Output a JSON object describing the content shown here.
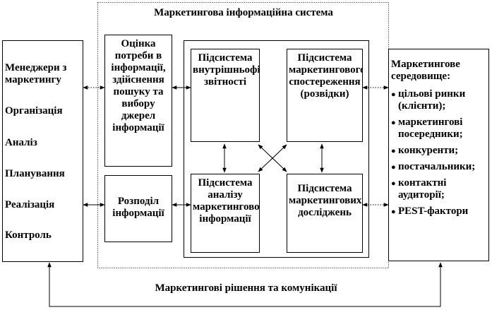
{
  "mis": {
    "title": "Маркетингова інформаційна система"
  },
  "left": {
    "items": [
      "Менеджери з маркетингу",
      "Організація",
      "Аналіз",
      "Планування",
      "Реалізація",
      "Контроль"
    ]
  },
  "boxes": {
    "assessment": "Оцінка потреби в інформації, здійснення пошуку та вибору джерел інформації",
    "distribution": "Розподіл інформації",
    "internal": "Підсистема внутрішньофірмової звітності",
    "intelligence": "Підсистема маркетингового спостереження (розвідки)",
    "analysis": "Підсистема аналізу маркетингової інформації",
    "research": "Підсистема маркетингових досліджень"
  },
  "right": {
    "title": "Маркетингове середовище:",
    "items": [
      "цільові ринки (клієнти);",
      "маркетингові посередники;",
      "конкуренти;",
      "постачальники;",
      "контактні аудиторії;",
      "PEST-фактори"
    ]
  },
  "bottom": {
    "label": "Маркетингові рішення та комунікації"
  }
}
